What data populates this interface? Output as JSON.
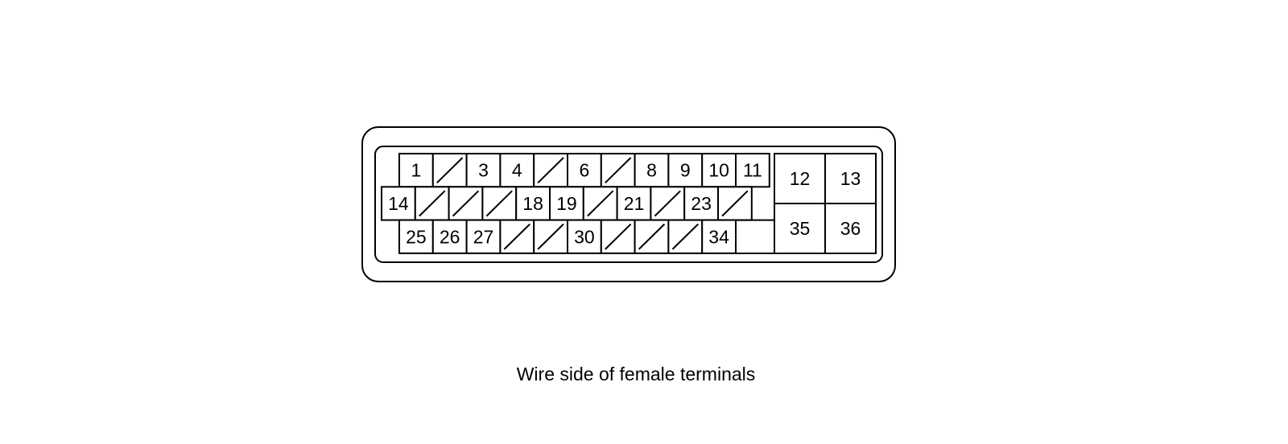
{
  "diagram": {
    "caption": "Wire side of female terminals",
    "row1": [
      "1",
      "",
      "3",
      "4",
      "",
      "6",
      "",
      "8",
      "9",
      "10",
      "11"
    ],
    "row2": [
      "14",
      "",
      "",
      "",
      "18",
      "19",
      "",
      "21",
      "",
      "23",
      ""
    ],
    "row3": [
      "25",
      "26",
      "27",
      "",
      "",
      "30",
      "",
      "",
      "",
      "34"
    ],
    "right_block": [
      [
        "12",
        "13"
      ],
      [
        "35",
        "36"
      ]
    ]
  }
}
